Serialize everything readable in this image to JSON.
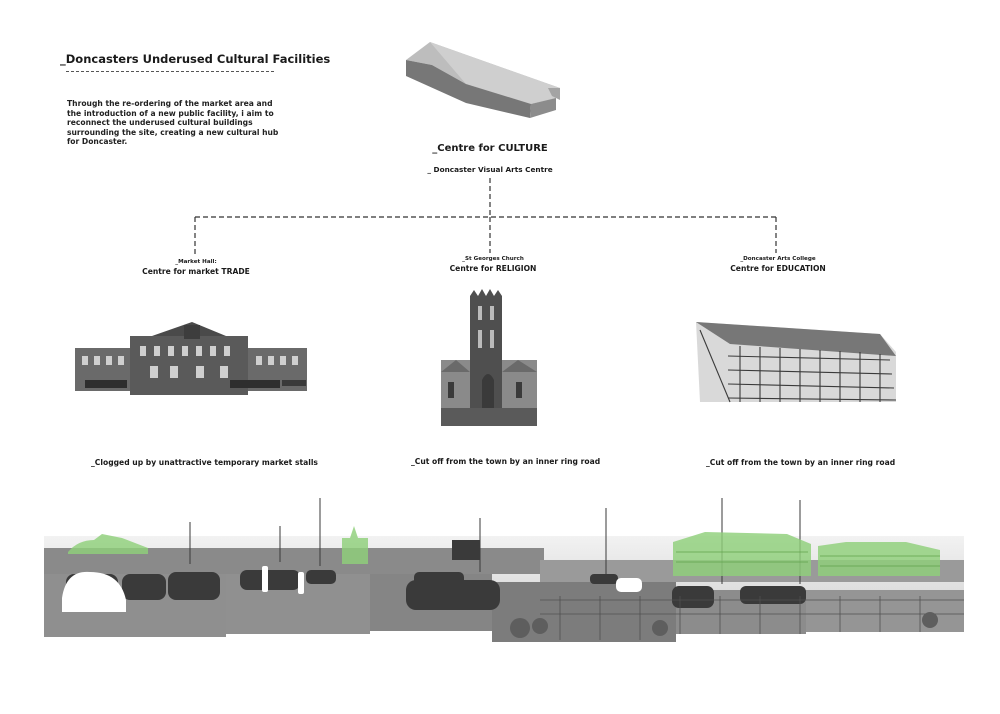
{
  "header": {
    "title": "_Doncasters Underused Cultural Facilities",
    "intro": "Through the re-ordering of the market area and the introduction of a new public facility, i aim to reconnect the underused cultural buildings surrounding the site, creating a new cultural hub for Doncaster."
  },
  "hub": {
    "title": "_Centre for CULTURE",
    "subtitle": "_ Doncaster Visual Arts Centre"
  },
  "nodes": [
    {
      "small": "_Market Hall:",
      "label": "Centre for market TRADE",
      "caption": "_Clogged up by unattractive temporary market stalls"
    },
    {
      "small": "_St Georges Church",
      "label": "Centre for RELIGION",
      "caption": "_Cut off from the town by an inner ring road"
    },
    {
      "small": "_Doncaster Arts College",
      "label": "Centre for EDUCATION",
      "caption": "_Cut off from the town by an inner ring road"
    }
  ],
  "colors": {
    "highlight": "#8fd07a",
    "dash": "#333333"
  }
}
